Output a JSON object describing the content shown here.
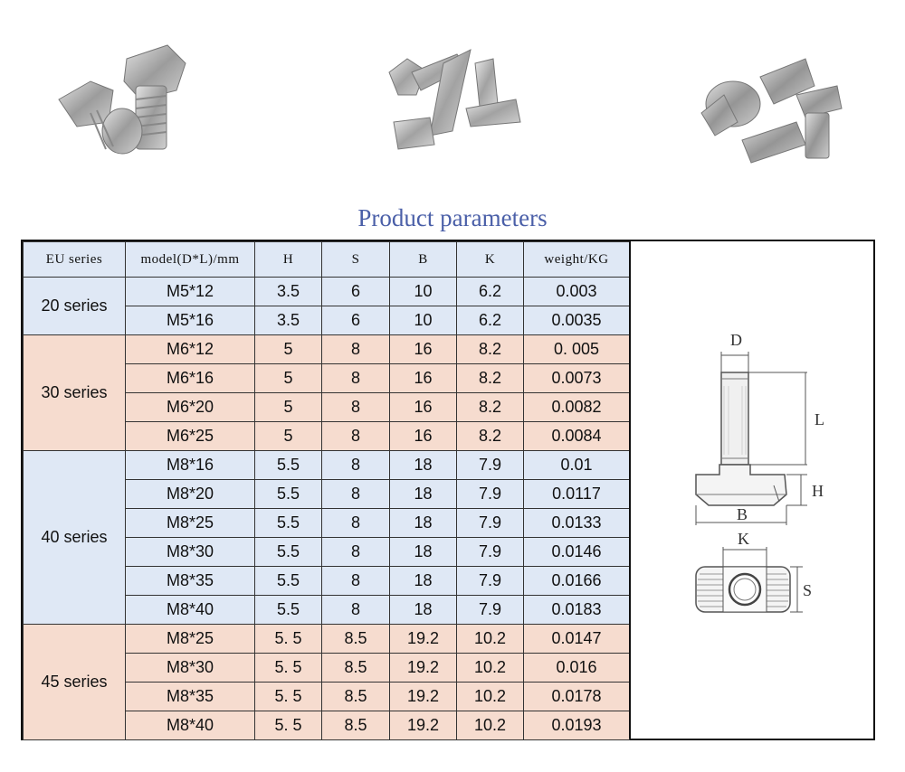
{
  "title": "Product parameters",
  "headers": [
    "EU series",
    "model(D*L)/mm",
    "H",
    "S",
    "B",
    "K",
    "weight/KG"
  ],
  "groups": [
    {
      "series": "20 series",
      "tint": "blue",
      "rows": [
        [
          "M5*12",
          "3.5",
          "6",
          "10",
          "6.2",
          "0.003"
        ],
        [
          "M5*16",
          "3.5",
          "6",
          "10",
          "6.2",
          "0.0035"
        ]
      ]
    },
    {
      "series": "30 series",
      "tint": "pink",
      "rows": [
        [
          "M6*12",
          "5",
          "8",
          "16",
          "8.2",
          "0. 005"
        ],
        [
          "M6*16",
          "5",
          "8",
          "16",
          "8.2",
          "0.0073"
        ],
        [
          "M6*20",
          "5",
          "8",
          "16",
          "8.2",
          "0.0082"
        ],
        [
          "M6*25",
          "5",
          "8",
          "16",
          "8.2",
          "0.0084"
        ]
      ]
    },
    {
      "series": "40 series",
      "tint": "blue",
      "rows": [
        [
          "M8*16",
          "5.5",
          "8",
          "18",
          "7.9",
          "0.01"
        ],
        [
          "M8*20",
          "5.5",
          "8",
          "18",
          "7.9",
          "0.0117"
        ],
        [
          "M8*25",
          "5.5",
          "8",
          "18",
          "7.9",
          "0.0133"
        ],
        [
          "M8*30",
          "5.5",
          "8",
          "18",
          "7.9",
          "0.0146"
        ],
        [
          "M8*35",
          "5.5",
          "8",
          "18",
          "7.9",
          "0.0166"
        ],
        [
          "M8*40",
          "5.5",
          "8",
          "18",
          "7.9",
          "0.0183"
        ]
      ]
    },
    {
      "series": "45 series",
      "tint": "pink",
      "rows": [
        [
          "M8*25",
          "5. 5",
          "8.5",
          "19.2",
          "10.2",
          "0.0147"
        ],
        [
          "M8*30",
          "5. 5",
          "8.5",
          "19.2",
          "10.2",
          "0.016"
        ],
        [
          "M8*35",
          "5. 5",
          "8.5",
          "19.2",
          "10.2",
          "0.0178"
        ],
        [
          "M8*40",
          "5. 5",
          "8.5",
          "19.2",
          "10.2",
          "0.0193"
        ]
      ]
    }
  ],
  "diagram": {
    "labels": {
      "d": "D",
      "l": "L",
      "h": "H",
      "b": "B",
      "k": "K",
      "s": "S"
    }
  },
  "colors": {
    "title": "#4a5fa8",
    "blue_rows": "#dfe8f5",
    "pink_rows": "#f6dccf"
  }
}
